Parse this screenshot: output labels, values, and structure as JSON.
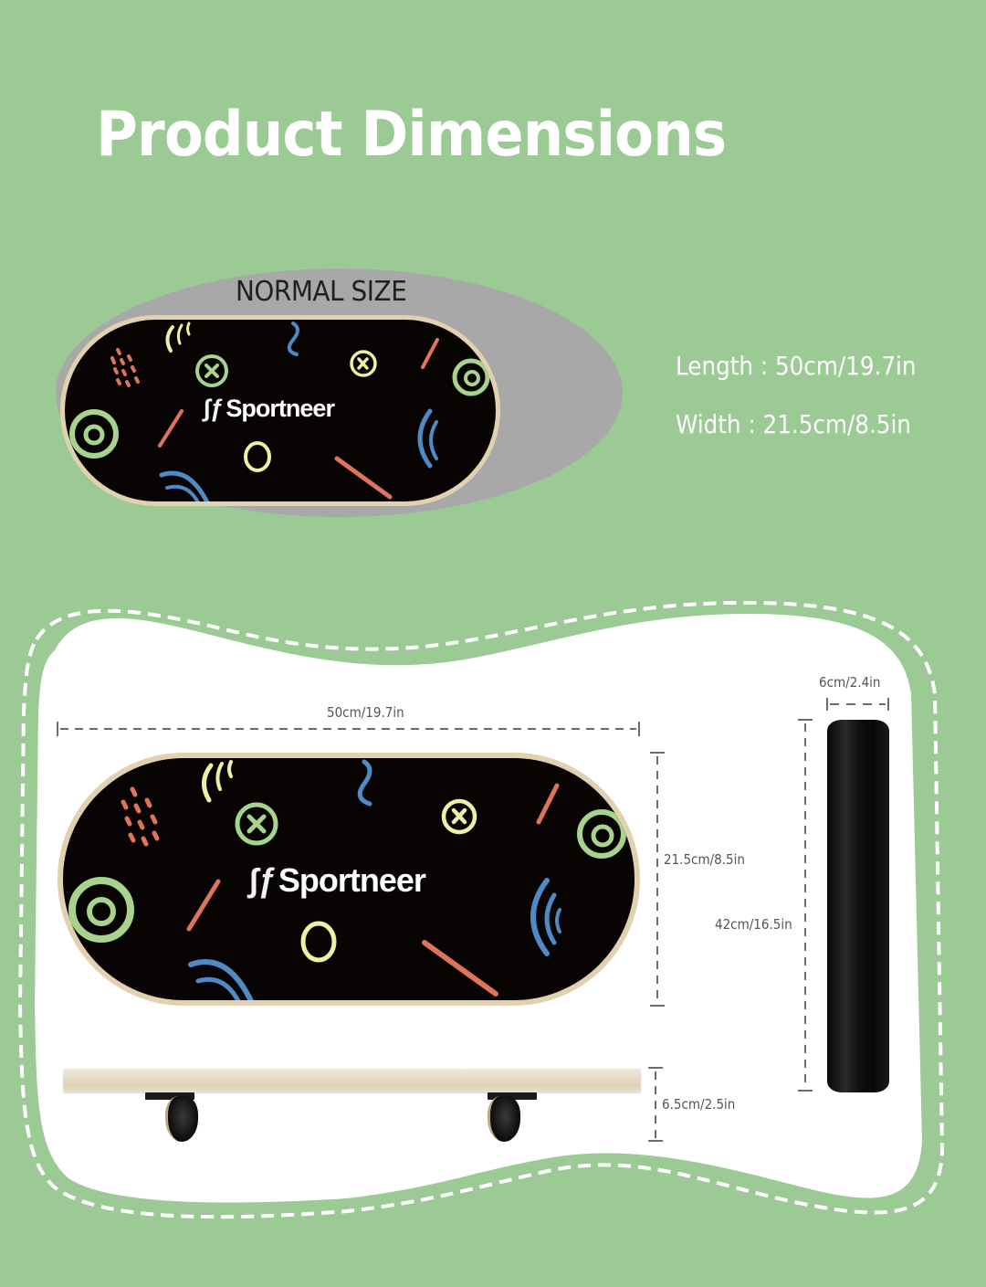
{
  "title": "Product Dimensions",
  "normal_size": {
    "label": "NORMAL SIZE",
    "brand": "Sportneer",
    "brand_mark": "∫ƒ"
  },
  "specs": {
    "length": "Length : 50cm/19.7in",
    "width": "Width : 21.5cm/8.5in"
  },
  "diagram": {
    "board_brand": "Sportneer",
    "board_length": "50cm/19.7in",
    "board_width": "21.5cm/8.5in",
    "board_height": "6.5cm/2.5in",
    "roller_length": "42cm/16.5in",
    "roller_diameter": "6cm/2.4in"
  },
  "colors": {
    "background": "#9bca95",
    "panel": "#ffffff",
    "board_top": "#080404",
    "board_rim": "#e2d1b0",
    "normal_ellipse": "#a8a8a8",
    "decor_orange": "#e0745a",
    "decor_green": "#a7d38c",
    "decor_yellow": "#eef0a4",
    "decor_blue": "#4f8ac4",
    "dimension_lines": "#6b6b6b"
  }
}
